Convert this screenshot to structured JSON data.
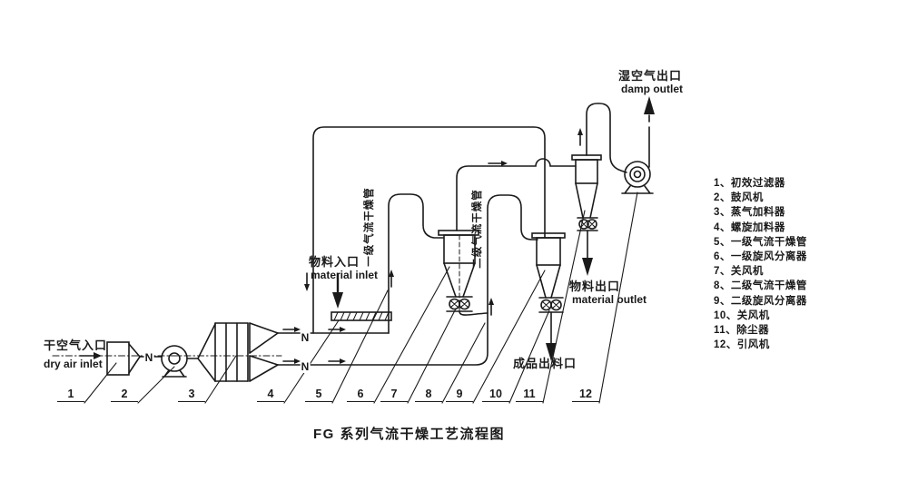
{
  "title": "FG 系列气流干燥工艺流程图",
  "labels": {
    "damp_outlet_cn": "湿空气出口",
    "damp_outlet_en": "damp outlet",
    "dry_air_inlet_cn": "干空气入口",
    "dry_air_inlet_en": "dry air inlet",
    "material_inlet_cn": "物料入口",
    "material_inlet_en": "material inlet",
    "material_outlet_cn": "物料出口",
    "material_outlet_en": "material outlet",
    "product_outlet_cn": "成品出料口",
    "stage1_pipe": "一级气流干燥管",
    "stage2_pipe": "二级气流干燥管",
    "valve_symbol": "N"
  },
  "legend": {
    "items": [
      "1、初效过滤器",
      "2、鼓风机",
      "3、蒸气加料器",
      "4、螺旋加料器",
      "5、一级气流干燥管",
      "6、一级旋风分离器",
      "7、关风机",
      "8、二级气流干燥管",
      "9、二级旋风分离器",
      "10、关风机",
      "11、除尘器",
      "12、引风机"
    ]
  },
  "callouts": [
    "1",
    "2",
    "3",
    "4",
    "5",
    "6",
    "7",
    "8",
    "9",
    "10",
    "11",
    "12"
  ],
  "colors": {
    "ink": "#1a1a1a",
    "background": "#ffffff"
  }
}
